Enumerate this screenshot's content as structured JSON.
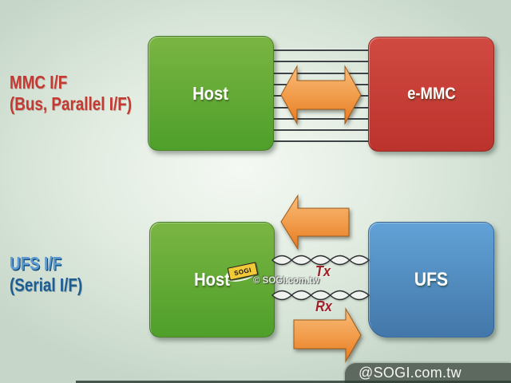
{
  "slide": {
    "rows": [
      {
        "label_line1": "MMC I/F",
        "label_line2": "(Bus, Parallel I/F)",
        "label_color": "#c23a32",
        "left_box_label": "Host",
        "right_box_label": "e-MMC",
        "connection_type": "parallel-bus",
        "bus_line_count": 9,
        "arrow_direction": "bidirectional",
        "left_box_colors": [
          "#7ab542",
          "#4f9f2b"
        ],
        "right_box_colors": [
          "#d14a42",
          "#bb332c"
        ]
      },
      {
        "label_line1": "UFS I/F",
        "label_line2": "(Serial I/F)",
        "label_color": "#1d5d92",
        "left_box_label": "Host",
        "right_box_label": "UFS",
        "connection_type": "twisted-pair",
        "pair_labels": [
          "Tx",
          "Rx"
        ],
        "arrow_directions": [
          "left",
          "right"
        ],
        "left_box_colors": [
          "#7ab542",
          "#4f9f2b"
        ],
        "right_box_colors": [
          "#61a2d6",
          "#4377a9"
        ]
      }
    ],
    "watermark": {
      "badge_text": "SOGI",
      "credit_text": "© SOGI.com.tw"
    },
    "footer": {
      "handle_text": "@SOGI.com.tw"
    },
    "accent_colors": {
      "arrow_orange_light": "#f9bc79",
      "arrow_orange_dark": "#e8791f",
      "tx_rx_label_red": "#9e2028",
      "bus_line_gray": "#3e4345",
      "footer_bar_gray": "#5d685e"
    }
  }
}
